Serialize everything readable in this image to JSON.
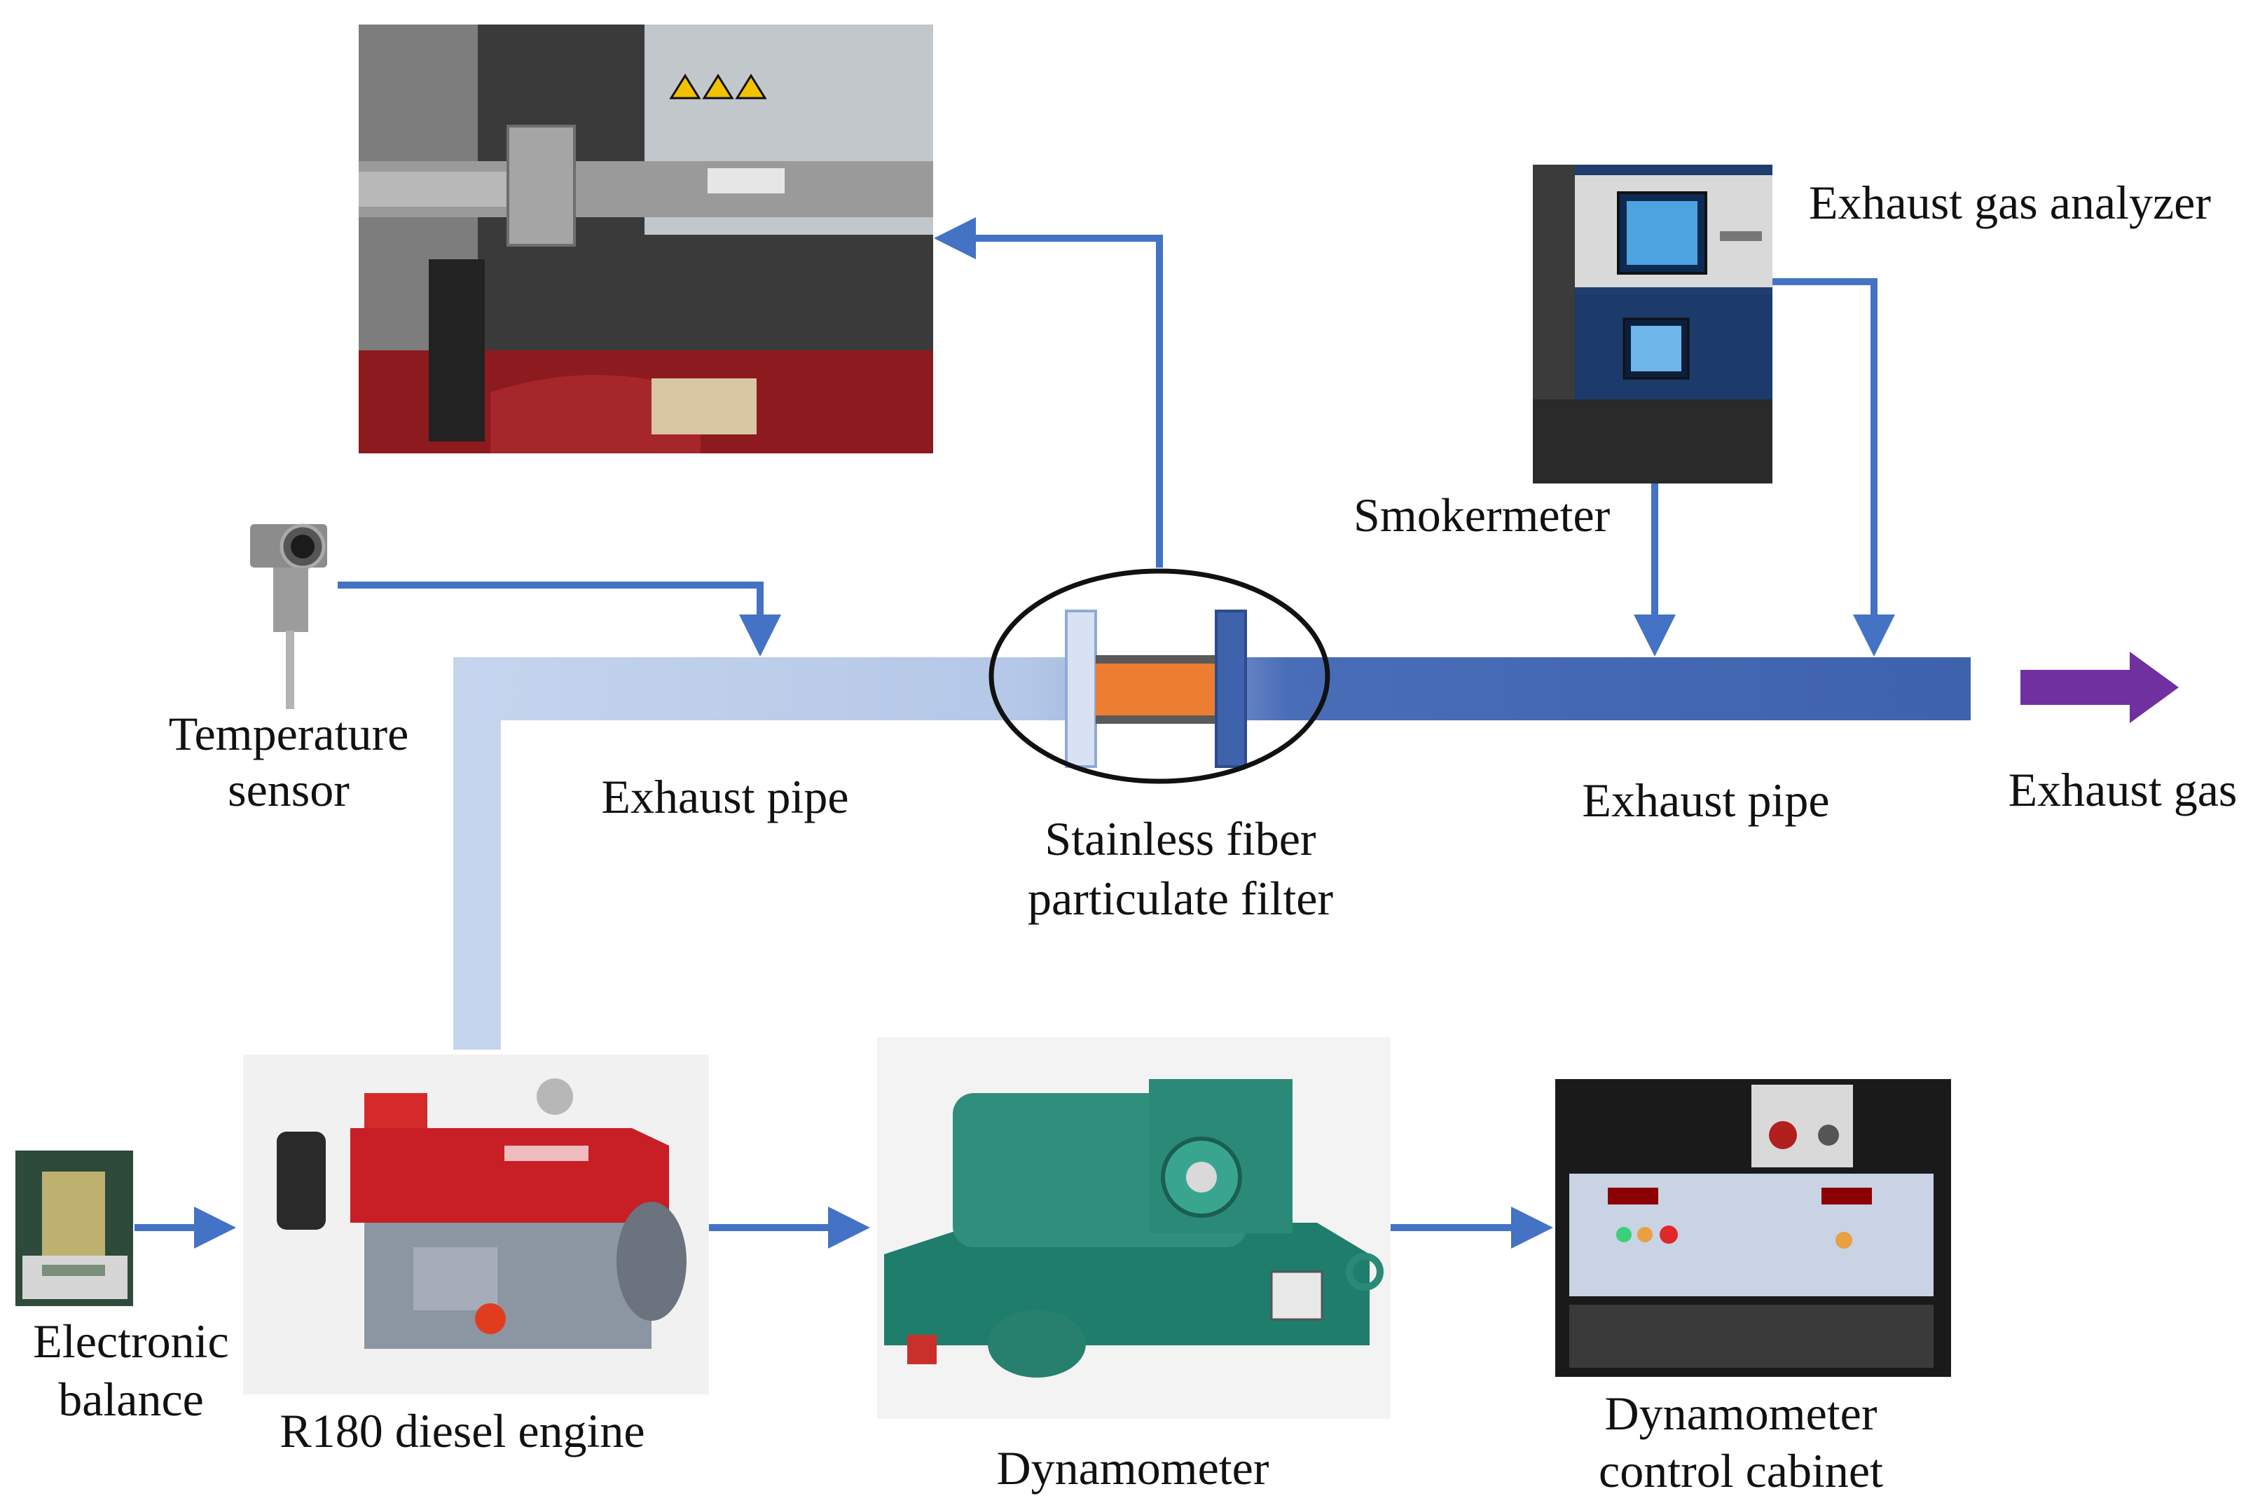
{
  "colors": {
    "arrow_blue": "#4472c4",
    "pipe_light": "#b4c7e7",
    "pipe_dark": "#4a6db8",
    "filter_orange": "#ed7d31",
    "exhaust_arrow": "#7030a0",
    "engine_red": "#c81e26",
    "dyno_teal": "#2f8f7c"
  },
  "labels": {
    "exhaust_gas_analyzer": "Exhaust gas analyzer",
    "smokermeter": "Smokermeter",
    "temperature_sensor_line1": "Temperature",
    "temperature_sensor_line2": "sensor",
    "exhaust_pipe_left": "Exhaust pipe",
    "exhaust_pipe_right": "Exhaust pipe",
    "filter_line1": "Stainless fiber",
    "filter_line2": "particulate filter",
    "exhaust_gas": "Exhaust gas",
    "electronic_balance_line1": "Electronic",
    "electronic_balance_line2": "balance",
    "engine": "R180 diesel engine",
    "dynamometer": "Dynamometer",
    "dyno_cabinet_line1": "Dynamometer",
    "dyno_cabinet_line2": "control cabinet"
  }
}
